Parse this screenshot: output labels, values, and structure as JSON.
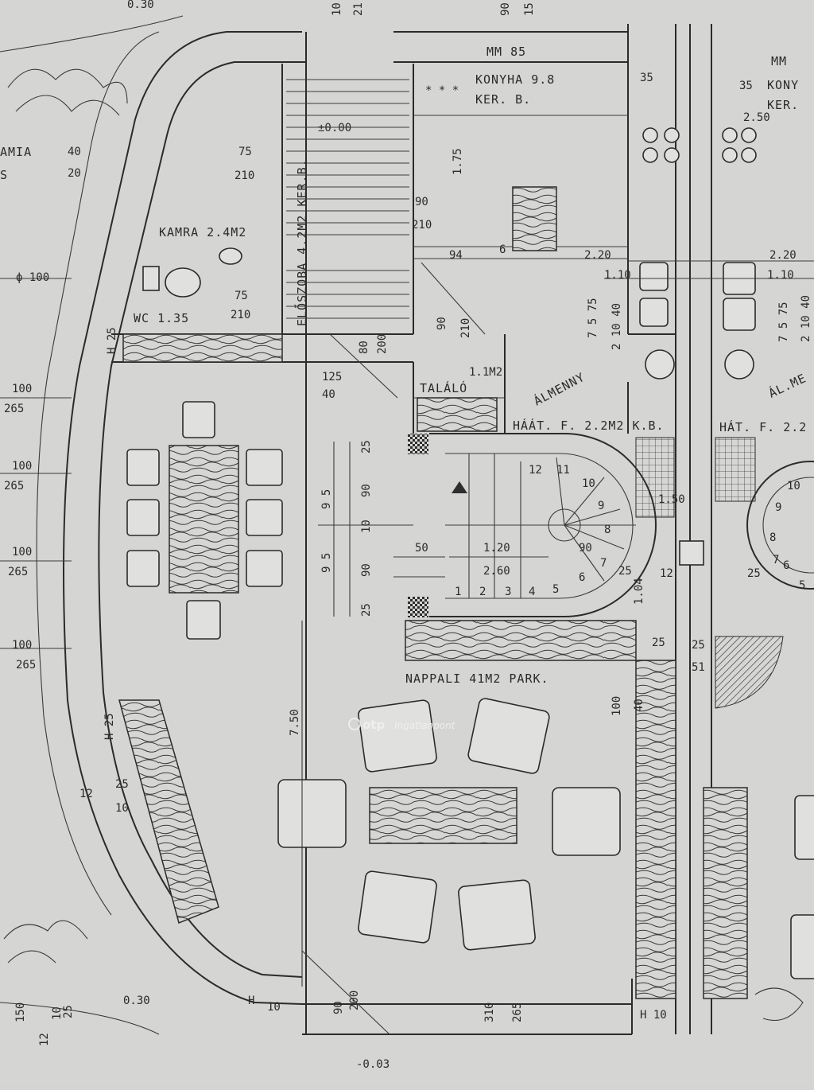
{
  "rooms": {
    "mm": "MM 85",
    "mm_right": "MM",
    "kitchen": "KONYHA  9.8",
    "kitchen_sub": "KER. B.",
    "kitchen_right": "KONY",
    "kitchen_right_sub": "KER.",
    "pantry": "KAMRA  2.4M2",
    "wc": "WC  1.35",
    "hall": "ELŐSZOBA  4.2M2  KER.B.",
    "landing": "TALÁLÓ",
    "landing_area": "1.1M2",
    "utility": "ÁLMENNY",
    "back_hall": "HÁÁT. F.  2.2M2  K.B.",
    "back_hall_right": "HÁT. F.  2.2",
    "living": "NAPPALI   41M2  PARK.",
    "camera": "AMIA",
    "camera2": "S",
    "utility_right": "ÁL.ME"
  },
  "dimensions": {
    "d_030_top": "0.30",
    "d_10": "10",
    "d_21": "21",
    "d_90": "90",
    "d_15": "15",
    "d_40": "40",
    "d_20": "20",
    "d_75a": "75",
    "d_210a": "210",
    "d_000": "±0.00",
    "d_175": "1.75",
    "d_90b": "90",
    "d_210b": "210",
    "d_94": "94",
    "d_6": "6",
    "d_220": "2.20",
    "d_220r": "2.20",
    "d_35": "35",
    "d_35r": "35",
    "d_250": "2.50",
    "d_110": "1.10",
    "d_110r": "1.10",
    "d_phi100": "ϕ 100",
    "d_75b": "75",
    "d_210c": "210",
    "d_90c": "90",
    "d_210d": "210",
    "d_75c": "7 5 75",
    "d_210e": "2 10 40",
    "d_75r": "7 5 75",
    "d_210r": "2 10 40",
    "d_80": "80",
    "d_200": "200",
    "d_125": "125",
    "d_40b": "40",
    "d_h25": "H 25",
    "d_100a": "100",
    "d_265a": "265",
    "d_100b": "100",
    "d_265b": "265",
    "d_100c": "100",
    "d_265c": "265",
    "d_100d": "100",
    "d_265d": "265",
    "d_25a": "25",
    "d_90d": "90",
    "d_95a": "9 5",
    "d_95b": "9 5",
    "d_90e": "90",
    "d_25b": "25",
    "d_50": "50",
    "d_120": "1.20",
    "d_260": "2.60",
    "d_90f": "90",
    "d_25c": "25",
    "d_150": "1.50",
    "d_750": "7.50",
    "d_h25b": "H 25",
    "d_12": "12",
    "d_25d": "25",
    "d_10b": "10",
    "d_100e": "100",
    "d_40c": "40",
    "d_25e": "25",
    "d_25f": "25",
    "d_51": "51",
    "d_030": "0.30",
    "d_h10": "H",
    "d_10c": "10",
    "d_90g": "90",
    "d_200b": "200",
    "d_310": "310",
    "d_265e": "265",
    "d_h10b": "H 10",
    "d_003": "-0.03",
    "d_150b": "150",
    "d_12b": "12",
    "d_10d": "10",
    "d_25g": "25",
    "d_12c": "12",
    "d_104": "1.04",
    "d_25h": "25",
    "d_stars": "* * *"
  },
  "stairs": {
    "steps": [
      "1",
      "2",
      "3",
      "4",
      "5",
      "6",
      "7",
      "8",
      "9",
      "10",
      "11",
      "12"
    ],
    "steps_right": [
      "5",
      "6",
      "7",
      "8",
      "9",
      "10"
    ]
  },
  "watermark": {
    "brand": "otp",
    "text": "Ingatlanpont"
  }
}
